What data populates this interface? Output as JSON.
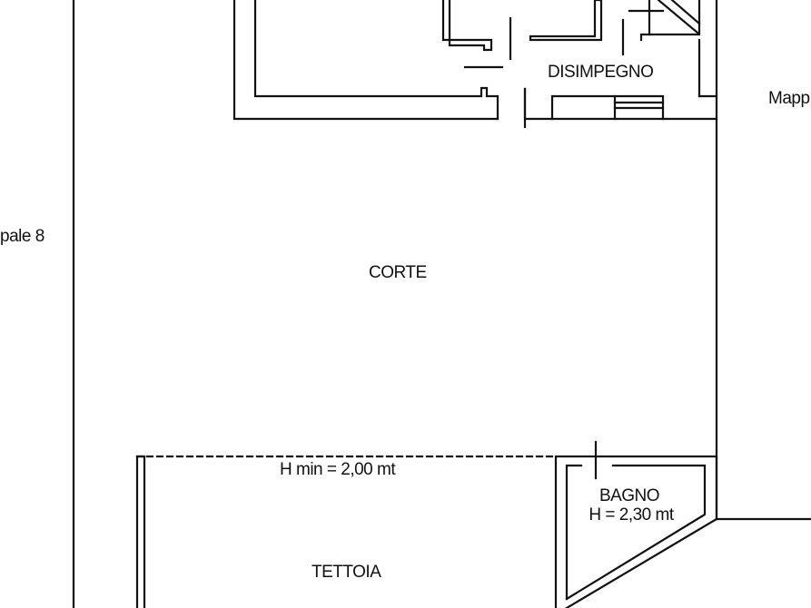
{
  "rooms": {
    "disimpegno": "DISIMPEGNO",
    "corte": "CORTE",
    "bagno": "BAGNO",
    "bagno_height": "H = 2,30 mt",
    "tettoia": "TETTOIA"
  },
  "annotations": {
    "h_min": "H min = 2,00 mt"
  },
  "edge_labels": {
    "left": "pale 8",
    "right": "Mapp"
  }
}
